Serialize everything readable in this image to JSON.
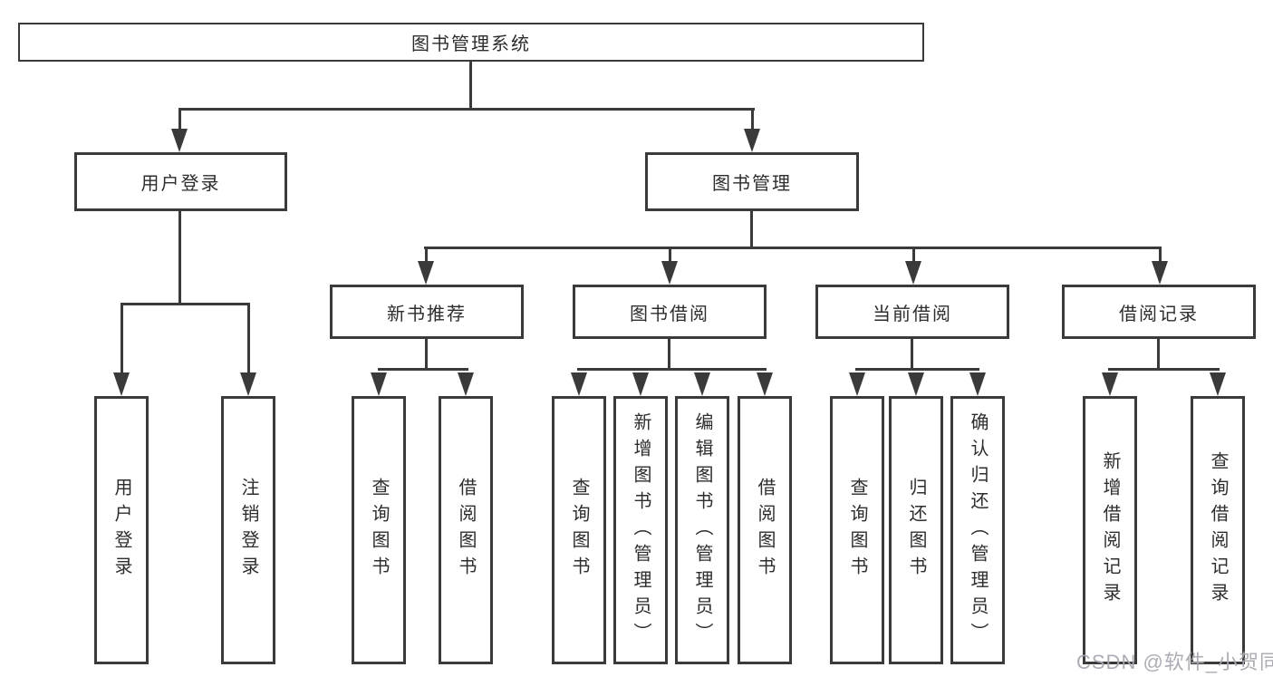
{
  "diagram": {
    "root": {
      "label": "图书管理系统"
    },
    "branches": [
      {
        "label": "用户登录",
        "leaves": [
          {
            "label": "用户登录"
          },
          {
            "label": "注销登录"
          }
        ]
      },
      {
        "label": "图书管理",
        "groups": [
          {
            "label": "新书推荐",
            "leaves": [
              {
                "label": "查询图书"
              },
              {
                "label": "借阅图书"
              }
            ]
          },
          {
            "label": "图书借阅",
            "leaves": [
              {
                "label": "查询图书"
              },
              {
                "label": "新增图书（管理员）"
              },
              {
                "label": "编辑图书（管理员）"
              },
              {
                "label": "借阅图书"
              }
            ]
          },
          {
            "label": "当前借阅",
            "leaves": [
              {
                "label": "查询图书"
              },
              {
                "label": "归还图书"
              },
              {
                "label": "确认归还（管理员）"
              }
            ]
          },
          {
            "label": "借阅记录",
            "leaves": [
              {
                "label": "新增借阅记录"
              },
              {
                "label": "查询借阅记录"
              }
            ]
          }
        ]
      }
    ]
  },
  "watermark": {
    "text": "CSDN @软件_小贺同学"
  },
  "colors": {
    "line": "#3a3a3a",
    "text": "#2d2d2d",
    "watermark": "#a8a8b2",
    "background": "#ffffff"
  }
}
